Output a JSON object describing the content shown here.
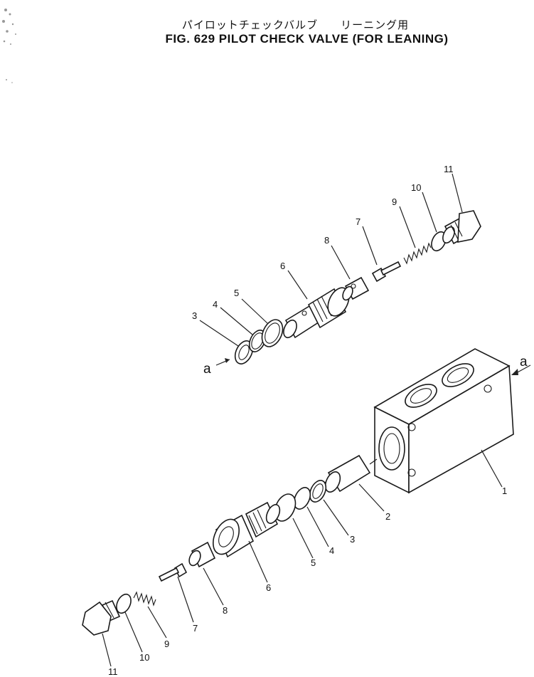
{
  "header": {
    "title_jp": "パイロットチェックバルブ　　リーニング用",
    "title_en": "FIG. 629  PILOT CHECK VALVE (FOR LEANING)"
  },
  "callouts": {
    "view_marker": "a",
    "top_assembly": [
      "3",
      "4",
      "5",
      "6",
      "8",
      "7",
      "9",
      "10",
      "11"
    ],
    "bottom_assembly": [
      "1",
      "2",
      "3",
      "4",
      "5",
      "6",
      "8",
      "7",
      "9",
      "10",
      "11"
    ]
  }
}
